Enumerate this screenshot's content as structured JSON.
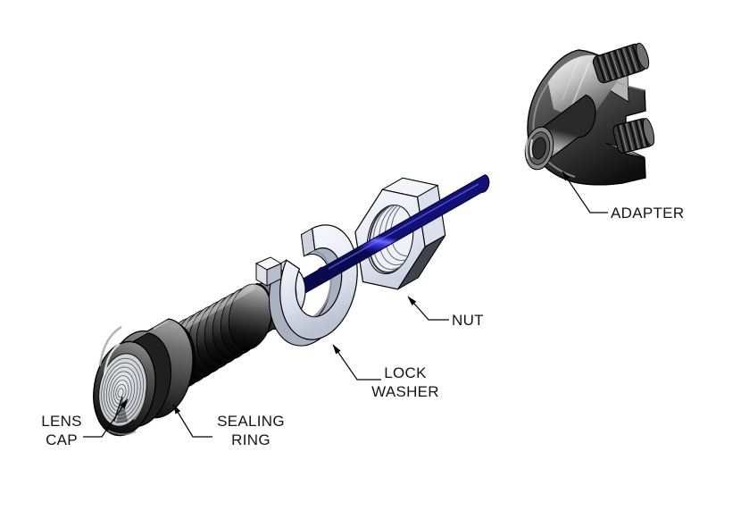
{
  "figure": {
    "type": "exploded-assembly-diagram",
    "background": "#ffffff",
    "callouts": {
      "lens_cap": {
        "line1": "LENS",
        "line2": "CAP"
      },
      "sealing_ring": {
        "line1": "SEALING",
        "line2": "RING"
      },
      "lock_washer": {
        "line1": "LOCK",
        "line2": "WASHER"
      },
      "nut": {
        "label": "NUT"
      },
      "adapter": {
        "label": "ADAPTER"
      }
    },
    "colors": {
      "shaft_blue": "#3b3bd8",
      "hardware_metal": "#eef1f8",
      "body_metal": "#3a3a3a",
      "outline": "#000000",
      "label_text": "#141414"
    }
  }
}
